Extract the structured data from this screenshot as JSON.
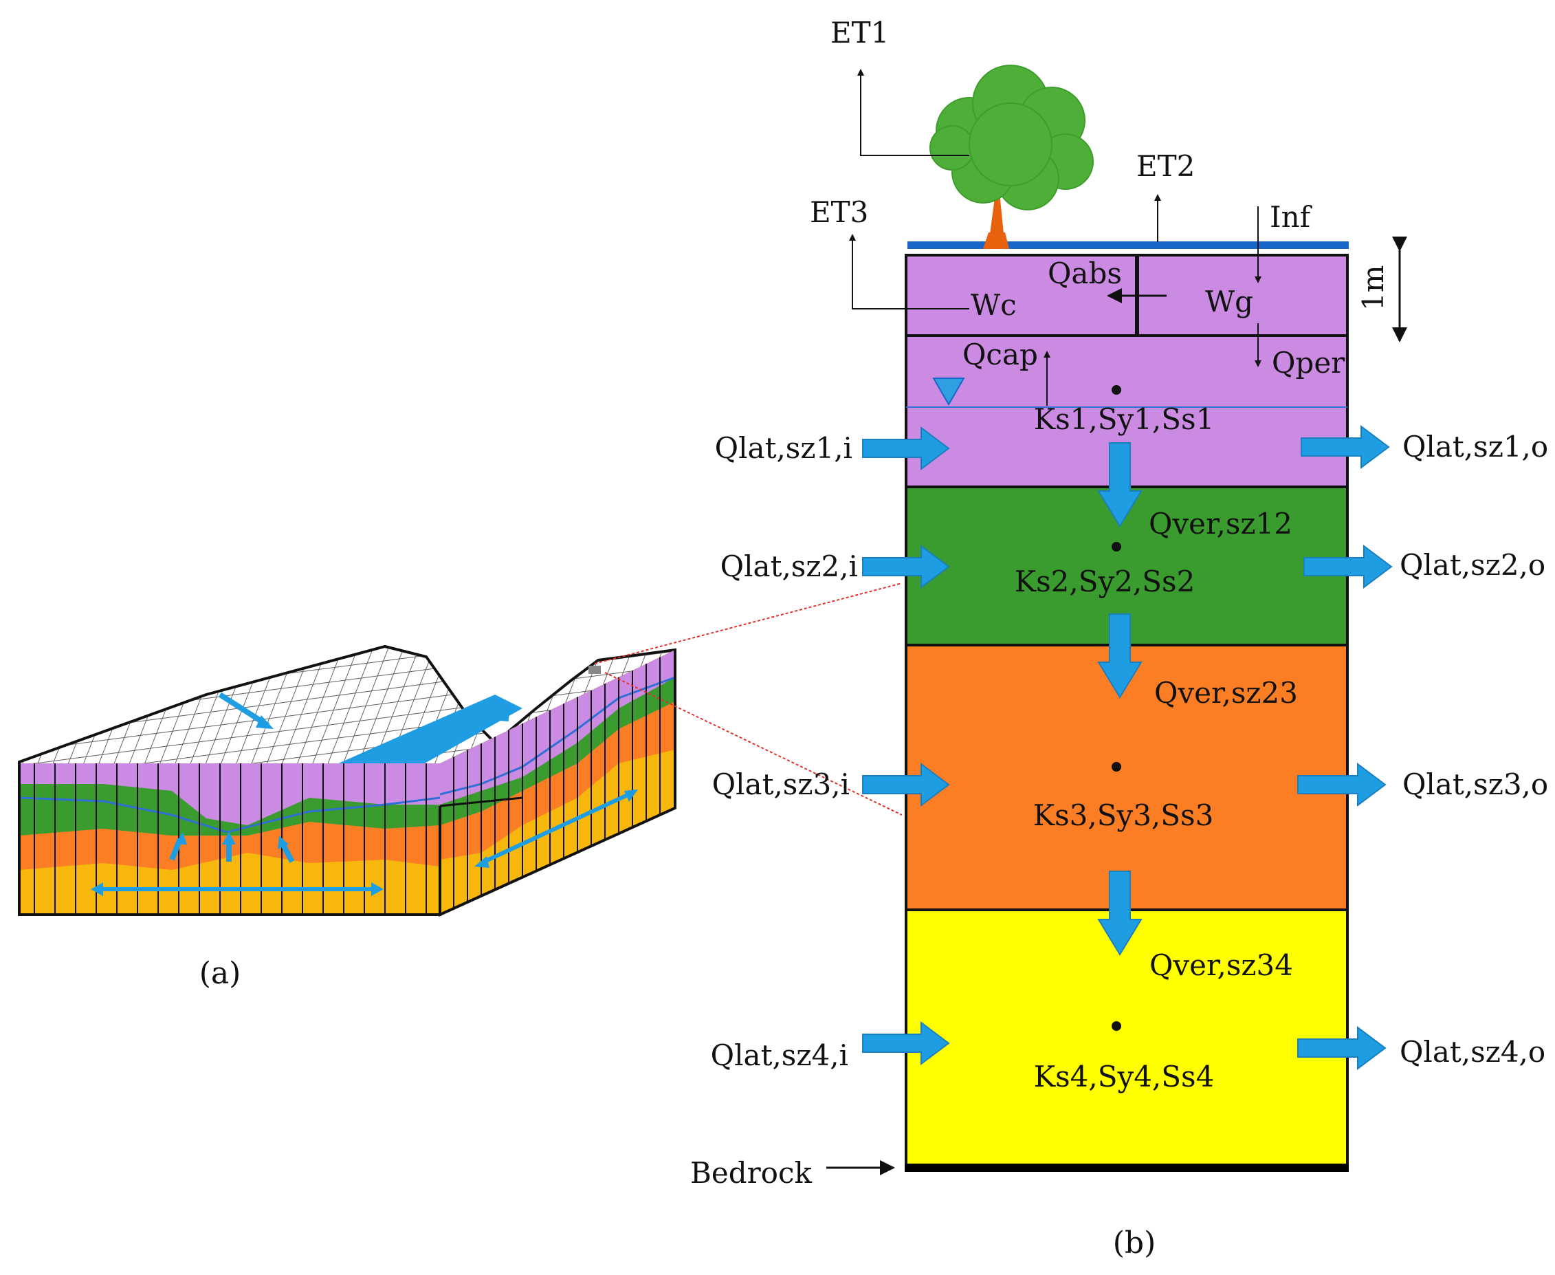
{
  "colors": {
    "purple": "#CC8BE3",
    "green": "#3A9B2E",
    "orange": "#FB7E25",
    "yellow": "#FFFF00",
    "blue": "#1F9DE3",
    "water_table": "#2F6FD6",
    "surface": "#1A66C8",
    "tree_trunk": "#E8620E",
    "tree_crown": "#4DAF38",
    "bedrock": "#000000",
    "zoom_line": "#E0302A",
    "sand": "#F7B70C"
  },
  "icons": [
    "tree-icon",
    "water-table-triangle-icon",
    "flow-arrow-icon"
  ],
  "panel_a": {
    "caption": "(a)"
  },
  "panel_b": {
    "caption": "(b)",
    "et1": "ET1",
    "et2": "ET2",
    "et3": "ET3",
    "inf": "Inf",
    "scale": "1m",
    "qabs": "Qabs",
    "wc": "Wc",
    "wg": "Wg",
    "qcap": "Qcap",
    "qper": "Qper",
    "bedrock": "Bedrock",
    "layers": [
      {
        "params": "Ks1,Sy1,Ss1",
        "qlat_in": "Qlat,sz1,i",
        "qlat_out": "Qlat,sz1,o",
        "qver": "Qver,sz12"
      },
      {
        "params": "Ks2,Sy2,Ss2",
        "qlat_in": "Qlat,sz2,i",
        "qlat_out": "Qlat,sz2,o",
        "qver": "Qver,sz23"
      },
      {
        "params": "Ks3,Sy3,Ss3",
        "qlat_in": "Qlat,sz3,i",
        "qlat_out": "Qlat,sz3,o",
        "qver": "Qver,sz34"
      },
      {
        "params": "Ks4,Sy4,Ss4",
        "qlat_in": "Qlat,sz4,i",
        "qlat_out": "Qlat,sz4,o"
      }
    ]
  }
}
